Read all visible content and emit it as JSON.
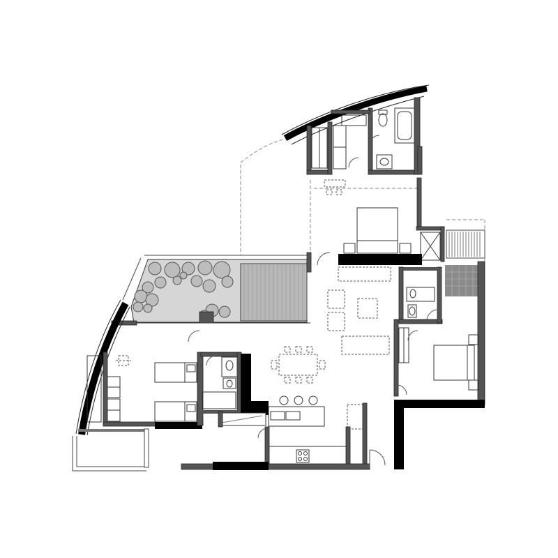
{
  "drawing": {
    "type": "floor-plan",
    "colors": {
      "background": "#ffffff",
      "solid_wall": "#000000",
      "wall": "#555555",
      "wall_outline": "#222222",
      "line": "#333333",
      "light_line": "#888888",
      "terrace_fill": "#d6d6d6",
      "tree_fill": "#bdbdbd",
      "deck_fill": "#b8b8b8"
    },
    "rooms": [
      "primary-bedroom",
      "primary-bathroom",
      "walk-in-closet",
      "living-area",
      "dining-area",
      "kitchen",
      "second-bedroom",
      "third-bedroom",
      "bathroom",
      "landscaped-terrace",
      "wood-deck",
      "balcony",
      "entry-hall"
    ]
  }
}
